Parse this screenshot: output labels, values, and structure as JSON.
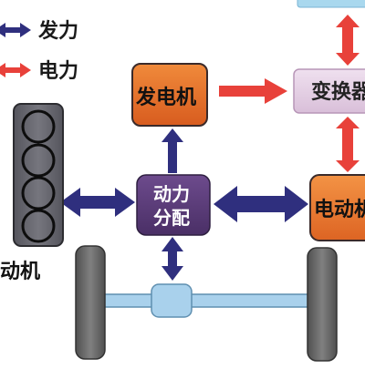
{
  "legend": {
    "drive_force": "发力",
    "electric_power": "电力"
  },
  "nodes": {
    "generator": "发电机",
    "inverter": "变换器",
    "power_split_line1": "动力",
    "power_split_line2": "分配",
    "motor": "电动机",
    "engine": "动机"
  },
  "colors": {
    "mechanical_arrow": "#2f2f7e",
    "electric_arrow": "#e8413a",
    "generator_fill": "#e8742a",
    "motor_fill": "#ec7a2e",
    "inverter_fill": "#e6cfe6",
    "split_fill": "#5b3d78",
    "engine_fill": "#66666e",
    "axle_fill": "#a9d1ec",
    "wheel_fill": "#676767"
  }
}
